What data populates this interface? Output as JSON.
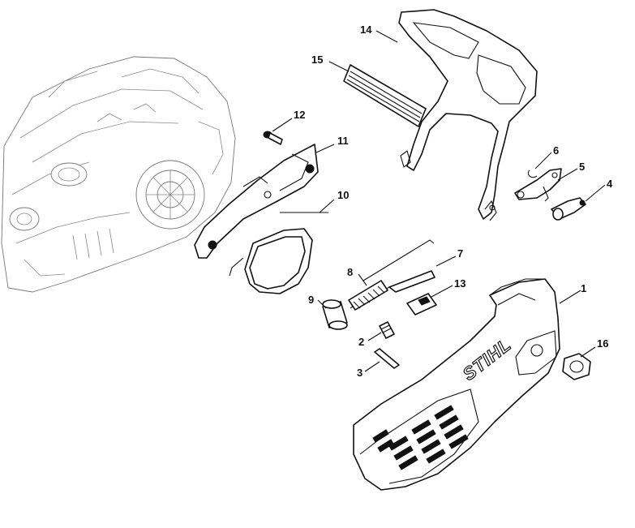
{
  "diagram": {
    "brand_label": "STIHL",
    "callouts": [
      {
        "id": "c14",
        "label": "14"
      },
      {
        "id": "c15",
        "label": "15"
      },
      {
        "id": "c12",
        "label": "12"
      },
      {
        "id": "c11",
        "label": "11"
      },
      {
        "id": "c10",
        "label": "10"
      },
      {
        "id": "c6",
        "label": "6"
      },
      {
        "id": "c5",
        "label": "5"
      },
      {
        "id": "c4",
        "label": "4"
      },
      {
        "id": "c7",
        "label": "7"
      },
      {
        "id": "c8",
        "label": "8"
      },
      {
        "id": "c13",
        "label": "13"
      },
      {
        "id": "c1",
        "label": "1"
      },
      {
        "id": "c9",
        "label": "9"
      },
      {
        "id": "c2",
        "label": "2"
      },
      {
        "id": "c16",
        "label": "16"
      },
      {
        "id": "c3",
        "label": "3"
      }
    ]
  }
}
